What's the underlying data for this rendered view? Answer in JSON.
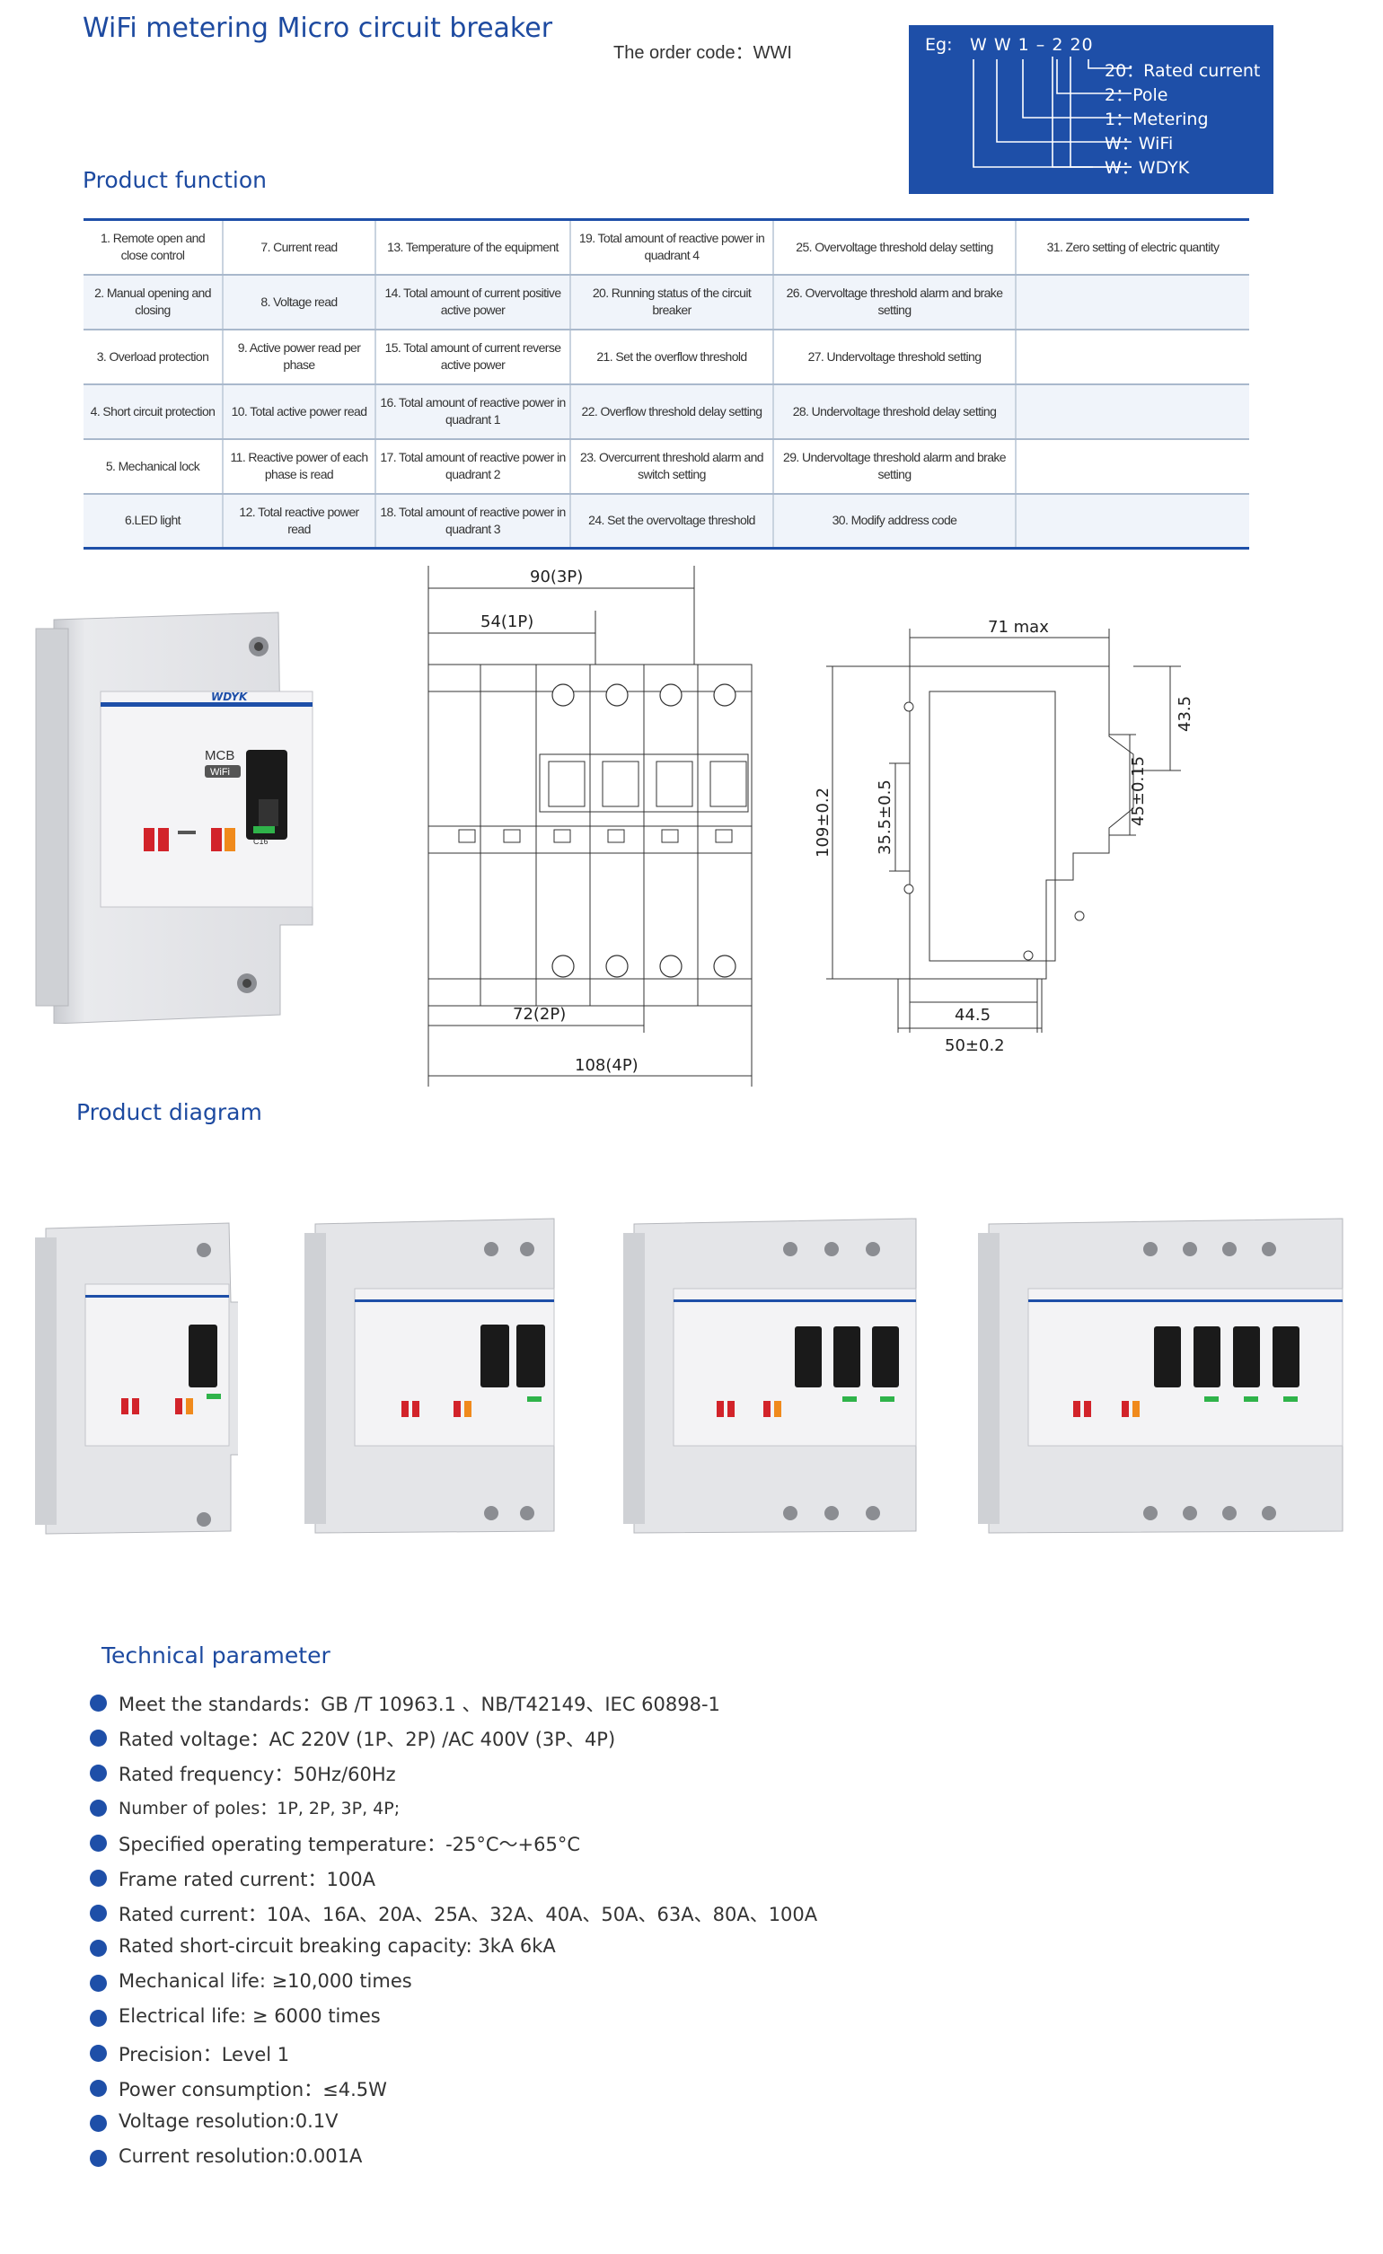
{
  "header": {
    "title": "WiFi metering Micro circuit breaker",
    "order_code": "The order code：WWI"
  },
  "example_code": {
    "prefix": "Eg:",
    "code": "W W 1  – 2  20",
    "legend": [
      "20：Rated current",
      "2：Pole",
      "1：Metering",
      "W：WiFi",
      "W：WDYK"
    ]
  },
  "product_function": {
    "title": "Product function",
    "rows": [
      [
        "1. Remote open and close control",
        "7. Current read",
        "13. Temperature of the equipment",
        "19. Total amount of reactive power in quadrant 4",
        "25. Overvoltage threshold delay setting",
        "31. Zero setting of electric quantity"
      ],
      [
        "2. Manual opening and closing",
        "8. Voltage read",
        "14. Total amount of current positive active power",
        "20. Running status of the circuit breaker",
        "26. Overvoltage threshold alarm and brake setting",
        ""
      ],
      [
        "3. Overload protection",
        "9. Active power read per phase",
        "15. Total amount of current reverse active power",
        "21. Set the overflow threshold",
        "27. Undervoltage threshold setting",
        ""
      ],
      [
        "4. Short circuit protection",
        "10. Total active power read",
        "16. Total amount of reactive power in quadrant 1",
        "22. Overflow threshold delay setting",
        "28. Undervoltage threshold delay setting",
        ""
      ],
      [
        "5. Mechanical lock",
        "11. Reactive power of each phase is read",
        "17. Total amount of reactive power in quadrant 2",
        "23. Overcurrent threshold alarm and switch setting",
        "29. Undervoltage threshold alarm and brake setting",
        ""
      ],
      [
        "6.LED light",
        "12. Total reactive power read",
        "18. Total amount of reactive power in quadrant 3",
        "24. Set the overvoltage threshold",
        "30. Modify address code",
        ""
      ]
    ]
  },
  "dimensions": {
    "front": [
      "90(3P)",
      "54(1P)",
      "72(2P)",
      "108(4P)"
    ],
    "side": [
      "71 max",
      "43.5",
      "109±0.2",
      "35.5±0.5",
      "45±0.15",
      "44.5",
      "50±0.2"
    ]
  },
  "device_labels": {
    "brand": "WDYK",
    "mcb": "MCB",
    "wifi": "WiFi",
    "rating": "C16"
  },
  "product_diagram": {
    "title": "Product   diagram"
  },
  "technical_parameter": {
    "title": "Technical parameter",
    "items": [
      "Meet the standards：GB /T 10963.1 、NB/T42149、IEC 60898-1",
      "Rated voltage：AC 220V (1P、2P) /AC 400V (3P、4P)",
      "Rated frequency：50Hz/60Hz",
      "Number of poles：1P, 2P, 3P, 4P;",
      "Specified operating temperature：-25°C～+65°C",
      "Frame rated current：100A",
      "Rated current：10A、16A、20A、25A、32A、40A、50A、63A、80A、100A",
      "Rated short-circuit breaking capacity: 3kA  6kA",
      "Mechanical life: ≥10,000 times",
      "Electrical life: ≥ 6000 times",
      "Precision：Level 1",
      "Power consumption：≤4.5W",
      "Voltage resolution:0.1V",
      "Current resolution:0.001A"
    ]
  },
  "colors": {
    "brand_blue": "#1e4fa8",
    "device_body": "#e4e5e8",
    "indicator_red": "#d2232a",
    "indicator_orange": "#f08a1c",
    "indicator_green": "#2fb34a"
  }
}
